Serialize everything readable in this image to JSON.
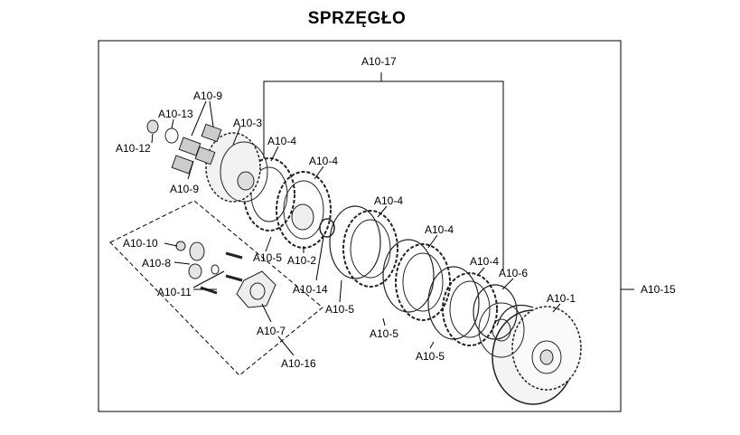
{
  "title": "SPRZĘGŁO",
  "labels": {
    "a10_17": "A10-17",
    "a10_9_top": "A10-9",
    "a10_13": "A10-13",
    "a10_3": "A10-3",
    "a10_12": "A10-12",
    "a10_4_a": "A10-4",
    "a10_4_b": "A10-4",
    "a10_4_c": "A10-4",
    "a10_4_d": "A10-4",
    "a10_4_e": "A10-4",
    "a10_9_bottom": "A10-9",
    "a10_10": "A10-10",
    "a10_8": "A10-8",
    "a10_11": "A10-11",
    "a10_5_a": "A10-5",
    "a10_2": "A10-2",
    "a10_14": "A10-14",
    "a10_5_b": "A10-5",
    "a10_5_c": "A10-5",
    "a10_5_d": "A10-5",
    "a10_6": "A10-6",
    "a10_1": "A10-1",
    "a10_15": "A10-15",
    "a10_7": "A10-7",
    "a10_16": "A10-16"
  }
}
